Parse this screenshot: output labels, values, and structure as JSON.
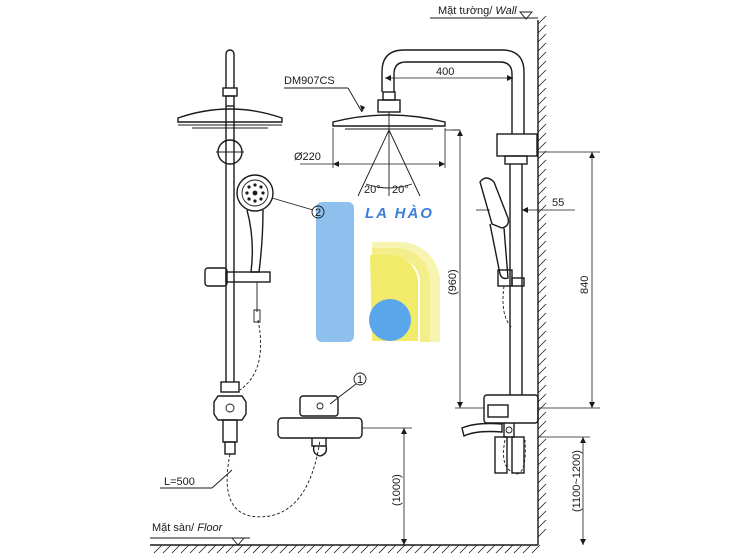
{
  "labels": {
    "wall": "Mặt tường/",
    "wall_en": "Wall",
    "floor": "Mặt sàn/",
    "floor_en": "Floor",
    "model": "DM907CS",
    "dim_400": "400",
    "dim_220": "Ø220",
    "angle_left": "20°",
    "angle_right": "20°",
    "dim_55": "55",
    "dim_960": "(960)",
    "dim_840": "840",
    "dim_1000": "(1000)",
    "dim_1100_1200": "(1100~1200)",
    "hose": "L=500",
    "callout_1": "1",
    "callout_2": "2"
  },
  "watermark": {
    "text": "LA HÀO",
    "colors": {
      "blue": "#8ec0ee",
      "yellow": "#f3ee8a",
      "blue_dot": "#5aa6ea"
    }
  },
  "icons": [
    "wall-hatch-icon",
    "floor-hatch-icon",
    "floor-level-icon",
    "wall-level-icon"
  ]
}
